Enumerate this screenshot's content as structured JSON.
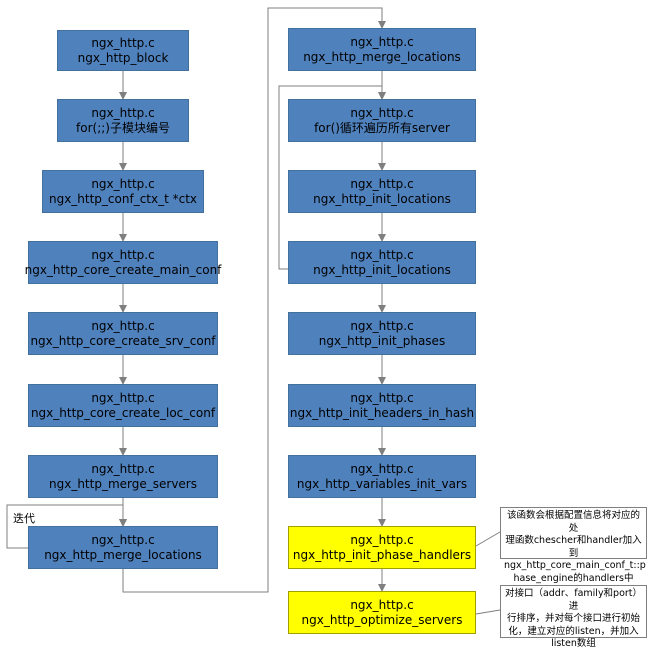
{
  "left_column": [
    {
      "file": "ngx_http.c",
      "func": "ngx_http_block"
    },
    {
      "file": "ngx_http.c",
      "func": "for(;;)子模块编号"
    },
    {
      "file": "ngx_http.c",
      "func": "ngx_http_conf_ctx_t *ctx"
    },
    {
      "file": "ngx_http.c",
      "func": "ngx_http_core_create_main_conf"
    },
    {
      "file": "ngx_http.c",
      "func": "ngx_http_core_create_srv_conf"
    },
    {
      "file": "ngx_http.c",
      "func": "ngx_http_core_create_loc_conf"
    },
    {
      "file": "ngx_http.c",
      "func": "ngx_http_merge_servers"
    },
    {
      "file": "ngx_http.c",
      "func": "ngx_http_merge_locations"
    }
  ],
  "right_column": [
    {
      "file": "ngx_http.c",
      "func": "ngx_http_merge_locations"
    },
    {
      "file": "ngx_http.c",
      "func": "for()循环遍历所有server"
    },
    {
      "file": "ngx_http.c",
      "func": "ngx_http_init_locations"
    },
    {
      "file": "ngx_http.c",
      "func": "ngx_http_init_locations"
    },
    {
      "file": "ngx_http.c",
      "func": "ngx_http_init_phases"
    },
    {
      "file": "ngx_http.c",
      "func": "ngx_http_init_headers_in_hash"
    },
    {
      "file": "ngx_http.c",
      "func": "ngx_http_variables_init_vars"
    },
    {
      "file": "ngx_http.c",
      "func": "ngx_http_init_phase_handlers"
    },
    {
      "file": "ngx_http.c",
      "func": "ngx_http_optimize_servers"
    }
  ],
  "loop_label": "迭代",
  "notes": {
    "phase_handlers": [
      "该函数会根据配置信息将对应的处",
      "理函数chescher和handler加入到",
      "ngx_http_core_main_conf_t::p",
      "hase_engine的handlers中"
    ],
    "optimize_servers": [
      "对接口（addr、family和port）进",
      "行排序，并对每个接口进行初始",
      "化，建立对应的listen，并加入",
      "listen数组"
    ]
  },
  "colors": {
    "node_fill": "#4f81bd",
    "highlight_fill": "#ffff00",
    "line": "#7f7f7f"
  }
}
